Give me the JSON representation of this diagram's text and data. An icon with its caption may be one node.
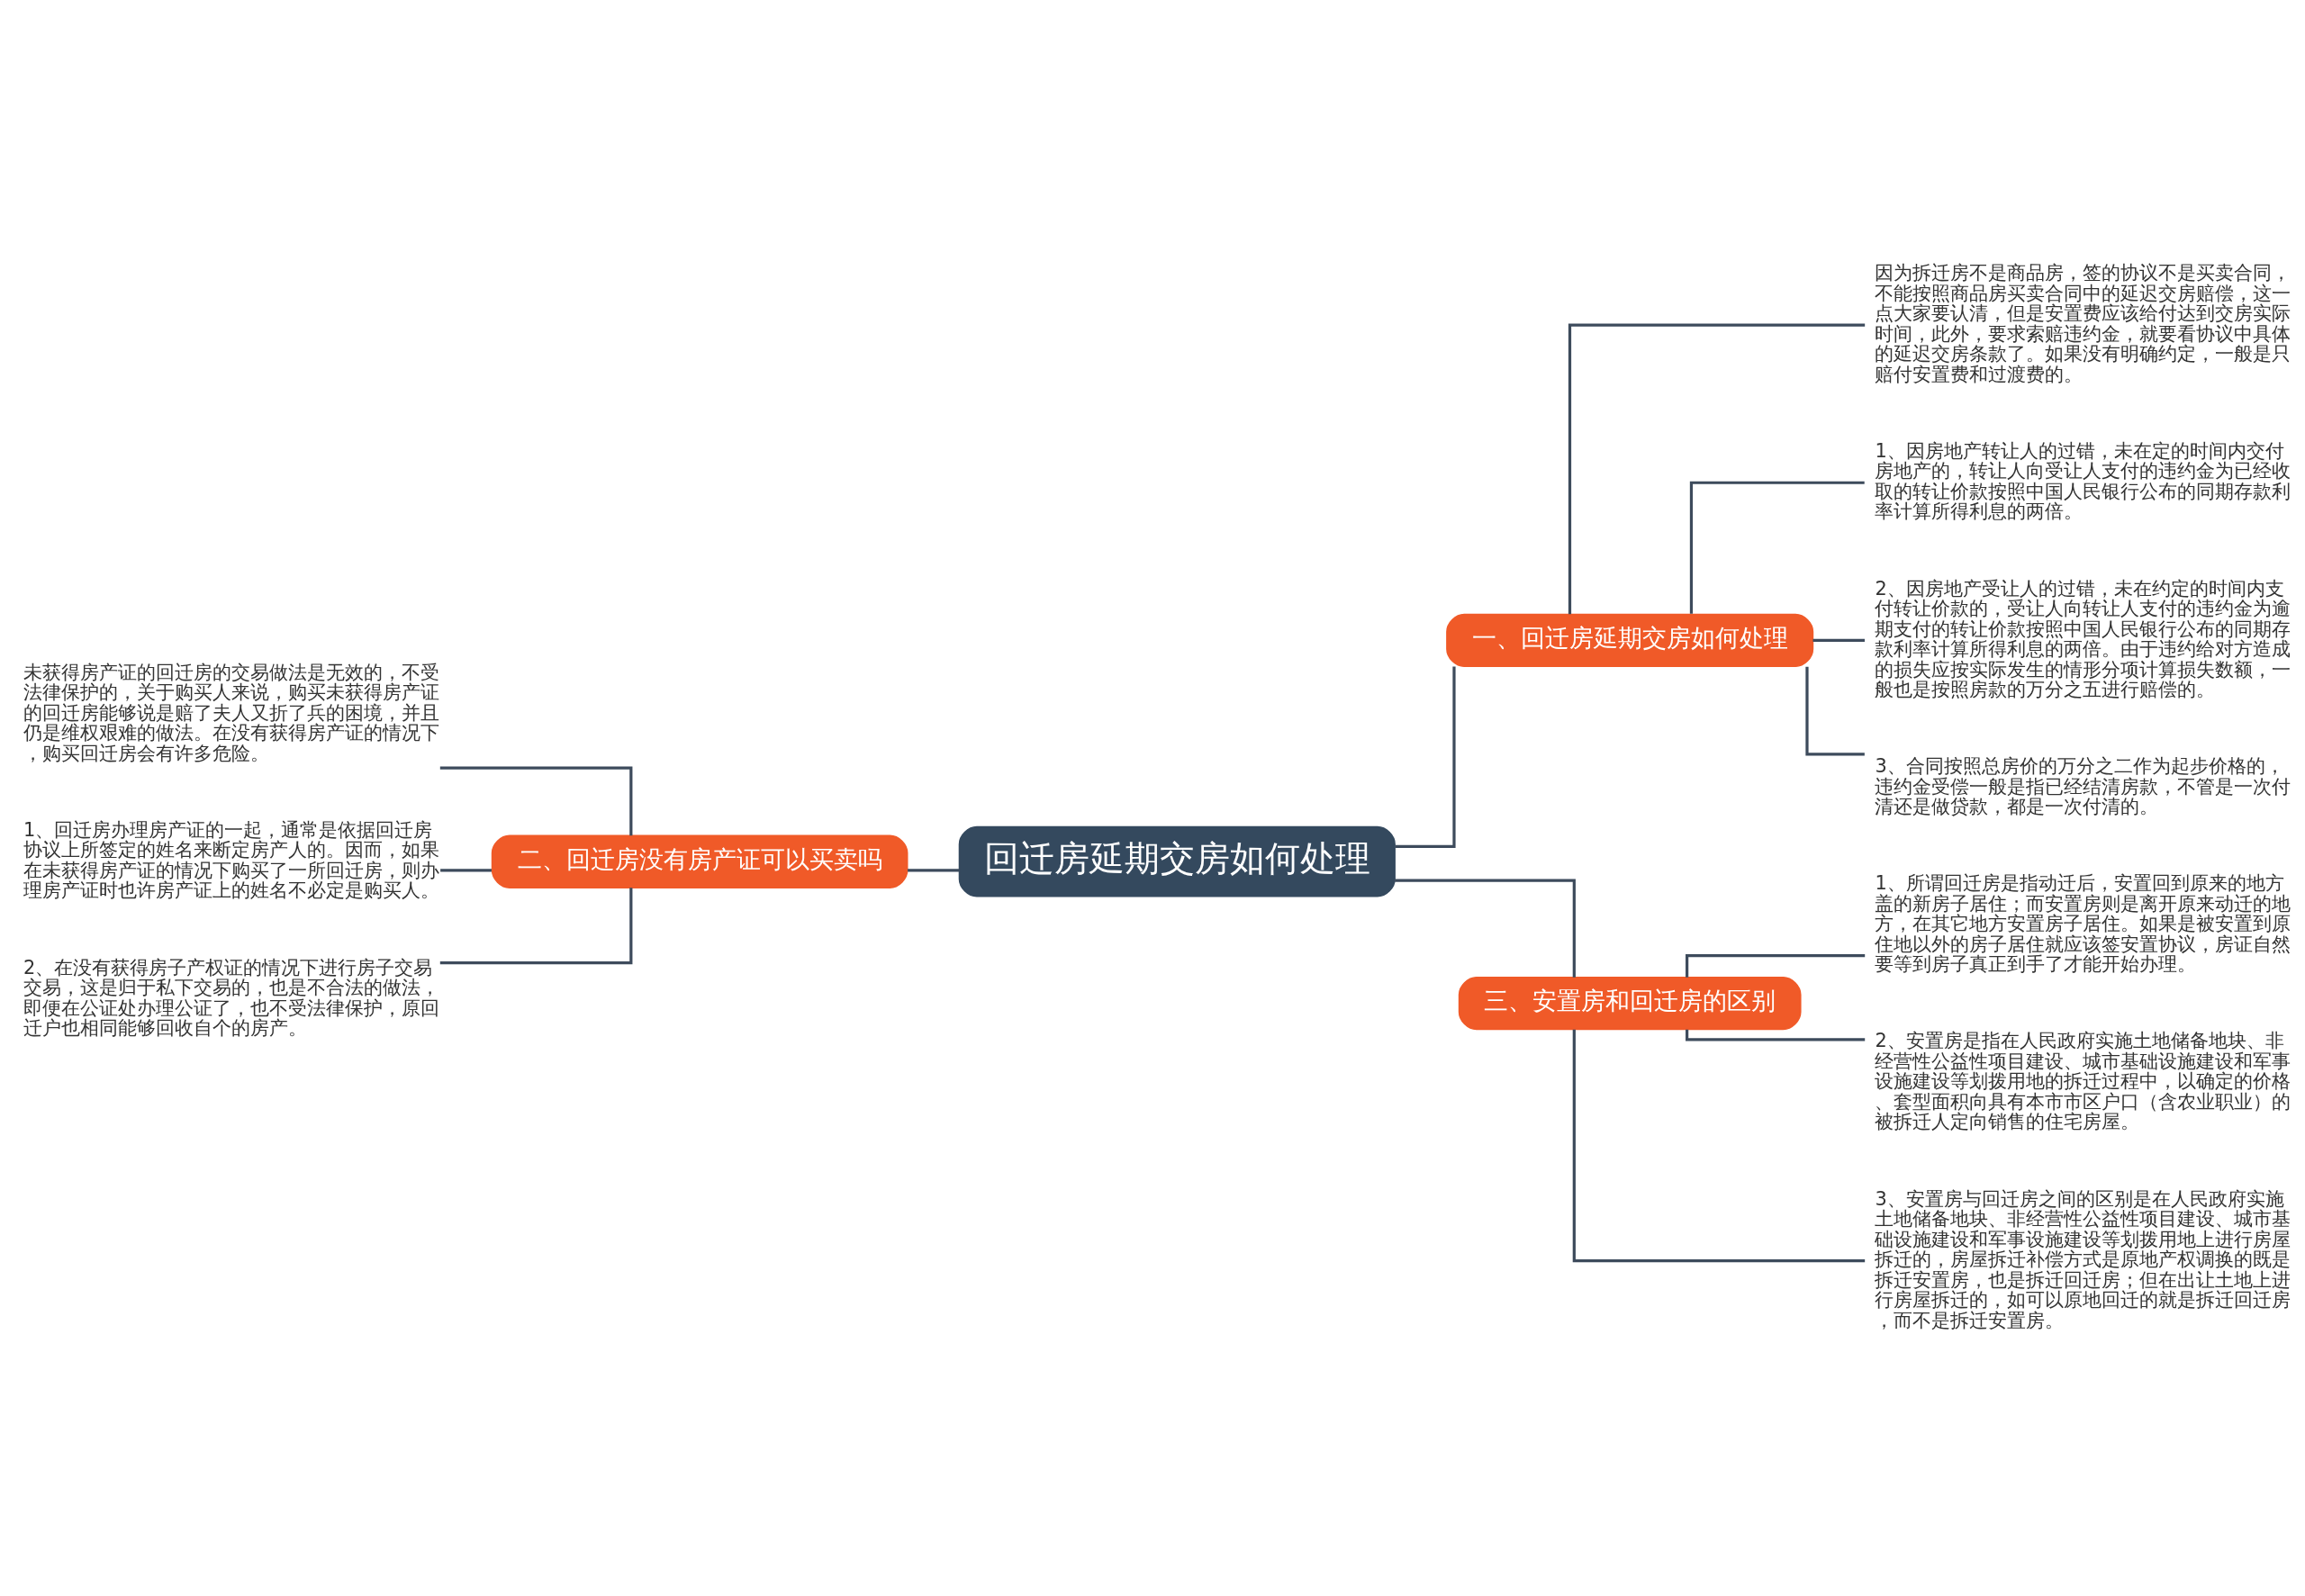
{
  "diagram": {
    "nodes": [
      {
        "text": [
          "回迁房延期交房如何处理"
        ]
      },
      {
        "text": [
          "一、回迁房延期交房如何处理"
        ]
      },
      {
        "text": [
          "因为拆迁房不是商品房，签的协议不是买卖合同，不能按照商品房买卖合同中的延迟交房赔偿，这一点大家要认清，但是安置费应该给付达到交房实际时间，此外，要求索赔违约金，就要看协议中具体的延迟交房条款了。如果没有明确约定，一般是只赔付安置费和过渡费的。"
        ]
      },
      {
        "text": [
          "1、因房地产转让人的过错，未在定的时间内交付房地产的，转让人向受让人支付的违约金为已经收取的转让价款按照中国人民银行公布的同期存款利率计算所得利息的两倍。"
        ]
      },
      {
        "text": [
          "2、因房地产受让人的过错，未在约定的时间内支付转让价款的，受让人向转让人支付的违约金为逾期支付的转让价款按照中国人民银行公布的同期存款利率计算所得利息的两倍。由于违约给对方造成的损失应按实际发生的情形分项计算损失数额，一般也是按照房款的万分之五进行赔偿的。"
        ]
      },
      {
        "text": [
          "3、合同按照总房价的万分之二作为起步价格的，违约金受偿一般是指已经结清房款，不管是一次付清还是做贷款，都是一次付清的。"
        ]
      },
      {
        "text": [
          "二、回迁房没有房产证可以买卖吗"
        ]
      },
      {
        "text": [
          "未获得房产证的回迁房的交易做法是无效的，不受法律保护的，关于购买人来说，购买未获得房产证的回迁房能够说是赔了夫人又折了兵的困境，并且仍是维权艰难的做法。在没有获得房产证的情况下，购买回迁房会有许多危险。"
        ]
      },
      {
        "text": [
          "1、回迁房办理房产证的一起，通常是依据回迁房协议上所签定的姓名来断定房产人的。因而，如果在未获得房产证的情况下购买了一所回迁房，则办理房产证时也许房产证上的姓名不必定是购买人。"
        ]
      },
      {
        "text": [
          "2、在没有获得房子产权证的情况下进行房子交易交易，这是归于私下交易的，也是不合法的做法，即便在公证处办理公证了，也不受法律保护，原回迁户也相同能够回收自个的房产。"
        ]
      },
      {
        "text": [
          "三、安置房和回迁房的区别"
        ]
      },
      {
        "text": [
          "1、所谓回迁房是指动迁后，安置回到原来的地方盖的新房子居住；而安置房则是离开原来动迁的地方，在其它地方安置房子居住。如果是被安置到原住地以外的房子居住就应该签安置协议，房证自然要等到房子真正到手了才能开始办理。"
        ]
      },
      {
        "text": [
          "2、安置房是指在人民政府实施土地储备地块、非经营性公益性项目建设、城市基础设施建设和军事设施建设等划拨用地的拆迁过程中，以确定的价格、套型面积向具有本市市区户口（含农业职业）的被拆迁人定向销售的住宅房屋。"
        ]
      },
      {
        "text": [
          "3、安置房与回迁房之间的区别是在人民政府实施土地储备地块、非经营性公益性项目建设、城市基础设施建设和军事设施建设等划拨用地上进行房屋拆迁的，房屋拆迁补偿方式是原地产权调换的既是拆迁安置房，也是拆迁回迁房；但在出让土地上进行房屋拆迁的，如可以原地回迁的就是拆迁回迁房，而不是拆迁安置房。"
        ]
      }
    ],
    "edges": [
      {
        "from": 0,
        "to": 1,
        "arrow": "none"
      },
      {
        "from": 1,
        "to": 2,
        "arrow": "none"
      },
      {
        "from": 1,
        "to": 3,
        "arrow": "none"
      },
      {
        "from": 1,
        "to": 4,
        "arrow": "none"
      },
      {
        "from": 1,
        "to": 5,
        "arrow": "none"
      },
      {
        "from": 0,
        "to": 6,
        "arrow": "none"
      },
      {
        "from": 6,
        "to": 7,
        "arrow": "none"
      },
      {
        "from": 6,
        "to": 8,
        "arrow": "none"
      },
      {
        "from": 6,
        "to": 9,
        "arrow": "none"
      },
      {
        "from": 0,
        "to": 10,
        "arrow": "none"
      },
      {
        "from": 10,
        "to": 11,
        "arrow": "none"
      },
      {
        "from": 10,
        "to": 12,
        "arrow": "none"
      },
      {
        "from": 10,
        "to": 13,
        "arrow": "none"
      }
    ]
  }
}
